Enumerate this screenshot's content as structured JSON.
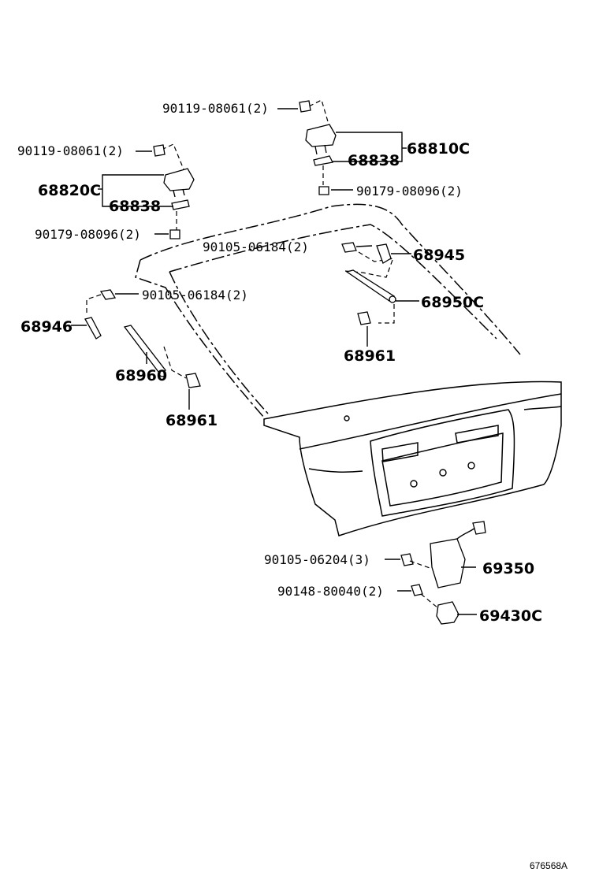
{
  "parts": {
    "bolt_90119_top": "90119-08061(2)",
    "bolt_90119_left": "90119-08061(2)",
    "hinge_right": "68810C",
    "shim_right": "68838",
    "nut_90179_right": "90179-08096(2)",
    "hinge_left": "68820C",
    "shim_left": "68838",
    "nut_90179_left": "90179-08096(2)",
    "bolt_90105_top": "90105-06184(2)",
    "bracket_68945": "68945",
    "bolt_90105_left": "90105-06184(2)",
    "strut_right": "68950C",
    "bracket_68946": "68946",
    "strut_left": "68960",
    "stud_right": "68961",
    "stud_left": "68961",
    "bolt_90105_lock": "90105-06204(3)",
    "lock_69350": "69350",
    "bolt_90148": "90148-80040(2)",
    "striker_69430": "69430C"
  },
  "reference_code": "676568A"
}
